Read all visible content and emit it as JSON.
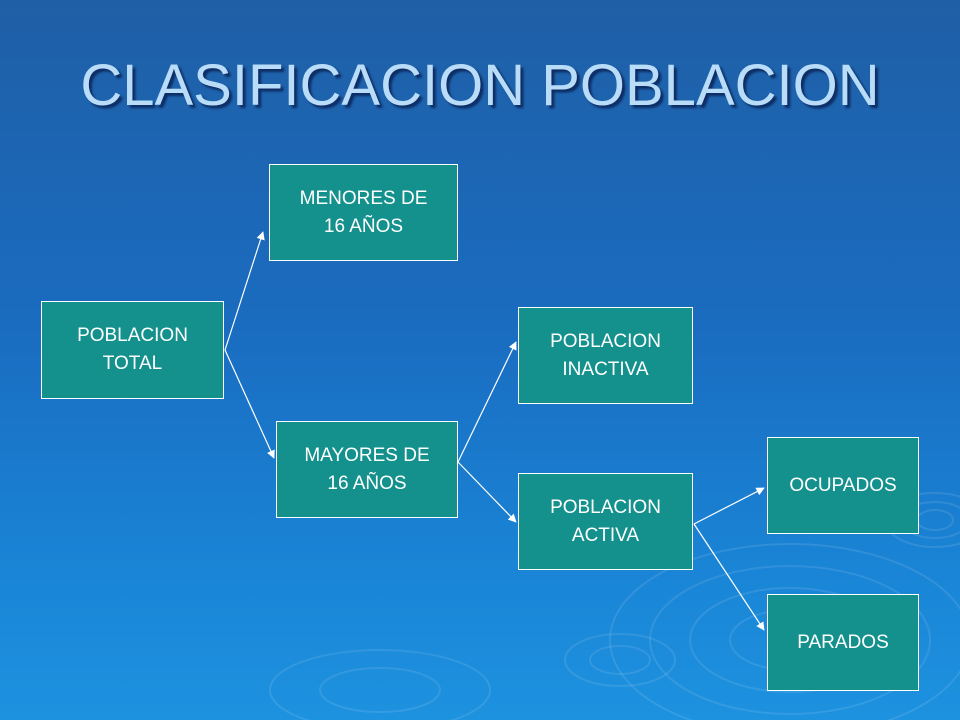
{
  "title": "CLASIFICACION POBLACION",
  "colors": {
    "box_fill": "#14918d",
    "box_border": "#ffffff",
    "title_text": "#b9dcf8",
    "connector": "#ffffff"
  },
  "nodes": {
    "total": "POBLACION\nTOTAL",
    "menores": "MENORES DE\n16 AÑOS",
    "mayores": "MAYORES DE\n16 AÑOS",
    "inactiva": "POBLACION\nINACTIVA",
    "activa": "POBLACION\nACTIVA",
    "ocupados": "OCUPADOS",
    "parados": "PARADOS"
  },
  "edges": [
    {
      "from": "total",
      "to": "menores"
    },
    {
      "from": "total",
      "to": "mayores"
    },
    {
      "from": "mayores",
      "to": "inactiva"
    },
    {
      "from": "mayores",
      "to": "activa"
    },
    {
      "from": "activa",
      "to": "ocupados"
    },
    {
      "from": "activa",
      "to": "parados"
    }
  ]
}
